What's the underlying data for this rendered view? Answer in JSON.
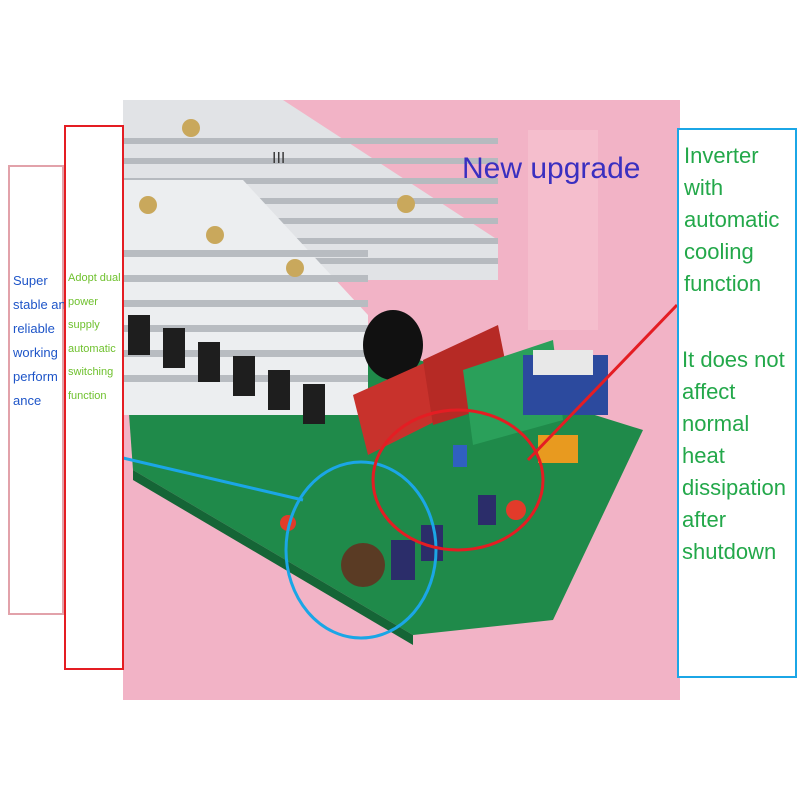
{
  "image": {
    "subject": "pure sine wave inverter driver board with aluminum heat sinks",
    "colors": {
      "background_pink": "#f1aec2",
      "pcb_green": "#1f8a4a",
      "heatsink": "#d6d8dc",
      "blue_callout": "#1ba6e6",
      "red_callout": "#e41d23"
    },
    "photo_label": "III"
  },
  "headline": "New upgrade",
  "panels": {
    "left": "Super stable and reliable working perform ance",
    "middle": "Adopt dual power supply automatic switching function",
    "right_top": "Inverter with automatic cooling function",
    "right_bottom": "It does not affect normal heat dissipation after shutdown"
  }
}
